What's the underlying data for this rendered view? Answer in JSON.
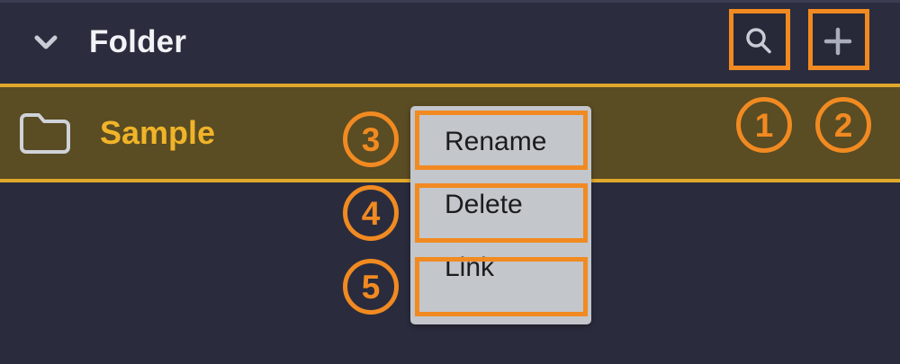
{
  "theme": {
    "header_bg": "#2b2d3e",
    "body_bg": "#2a2c3d",
    "selected_row_bg": "#5a4c23",
    "selected_row_border": "#e0a92c",
    "selected_text": "#f0b429",
    "menu_bg": "#c3c6cb",
    "menu_text": "#1c1c1c",
    "annotation": "#f18a21",
    "icon_gray": "#c9ccd4"
  },
  "header": {
    "title": "Folder",
    "collapse_icon": "chevron-down-icon",
    "actions": [
      {
        "name": "search-button",
        "icon": "search-icon"
      },
      {
        "name": "add-button",
        "icon": "plus-icon"
      }
    ]
  },
  "tree": {
    "rows": [
      {
        "label": "Sample",
        "icon": "folder-icon",
        "selected": true
      }
    ]
  },
  "context_menu": {
    "items": [
      {
        "label": "Rename"
      },
      {
        "label": "Delete"
      },
      {
        "label": "Link"
      }
    ]
  },
  "annotations": {
    "callouts": [
      {
        "number": "1",
        "target": "search-button"
      },
      {
        "number": "2",
        "target": "add-button"
      },
      {
        "number": "3",
        "target": "menu-item-rename"
      },
      {
        "number": "4",
        "target": "menu-item-delete"
      },
      {
        "number": "5",
        "target": "menu-item-link"
      }
    ]
  }
}
